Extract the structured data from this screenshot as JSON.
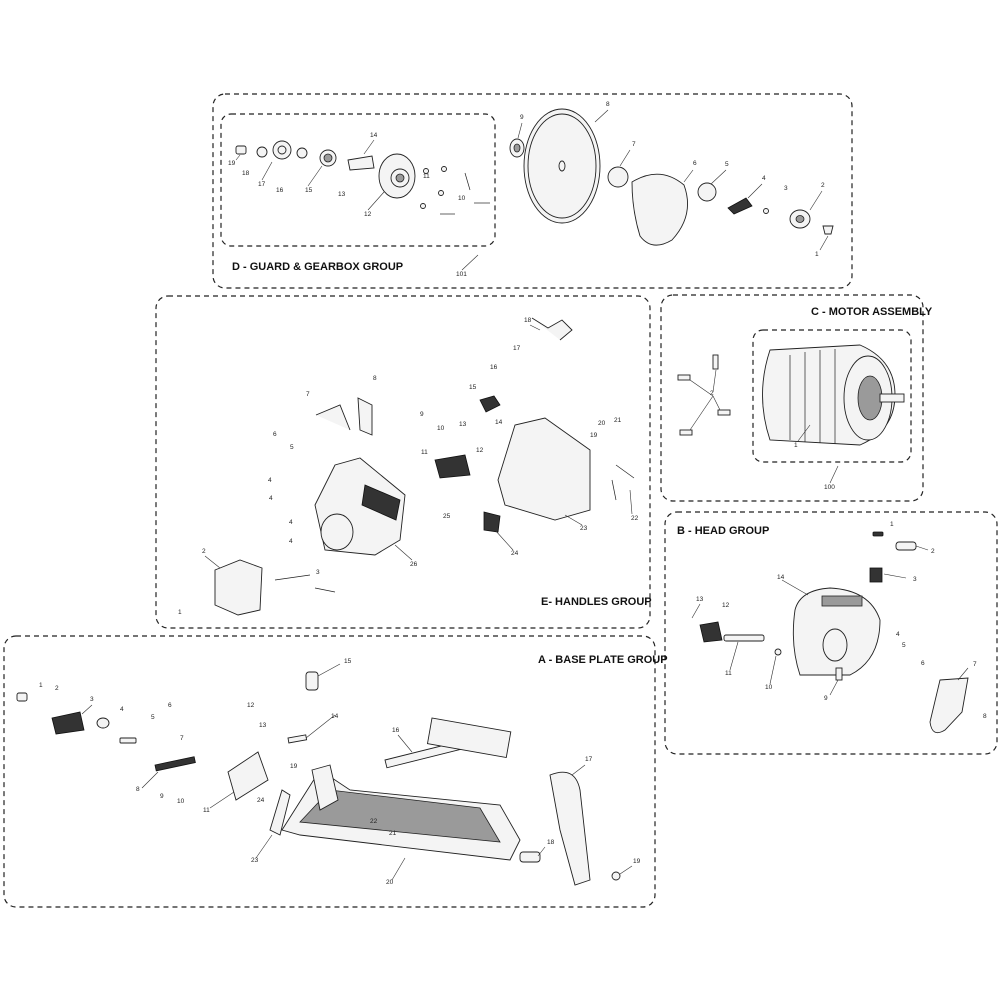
{
  "groups": {
    "d": {
      "title": "D - GUARD & GEARBOX GROUP",
      "assembly_no": "101"
    },
    "c": {
      "title": "C - MOTOR ASSEMBLY",
      "assembly_no": "100"
    },
    "e": {
      "title": "E- HANDLES GROUP"
    },
    "b": {
      "title": "B - HEAD GROUP"
    },
    "a": {
      "title": "A - BASE PLATE GROUP"
    }
  },
  "part_numbers": {
    "d": [
      "19",
      "18",
      "17",
      "16",
      "15",
      "14",
      "13",
      "12",
      "11",
      "11",
      "10",
      "10",
      "9",
      "8",
      "7",
      "6",
      "5",
      "4",
      "3",
      "2",
      "1"
    ],
    "c": [
      "2",
      "1"
    ],
    "e": [
      "18",
      "17",
      "16",
      "15",
      "14",
      "13",
      "12",
      "11",
      "10",
      "9",
      "8",
      "7",
      "6",
      "5",
      "4",
      "4",
      "4",
      "4",
      "3",
      "2",
      "1",
      "20",
      "21",
      "19",
      "22",
      "23",
      "24",
      "25",
      "26"
    ],
    "b": [
      "1",
      "2",
      "3",
      "14",
      "13",
      "12",
      "11",
      "10",
      "9",
      "4",
      "5",
      "6",
      "7",
      "8"
    ],
    "a": [
      "1",
      "2",
      "3",
      "4",
      "5",
      "6",
      "7",
      "8",
      "9",
      "10",
      "11",
      "12",
      "13",
      "14",
      "15",
      "16",
      "17",
      "18",
      "19",
      "19",
      "20",
      "21",
      "22",
      "23",
      "24"
    ]
  }
}
